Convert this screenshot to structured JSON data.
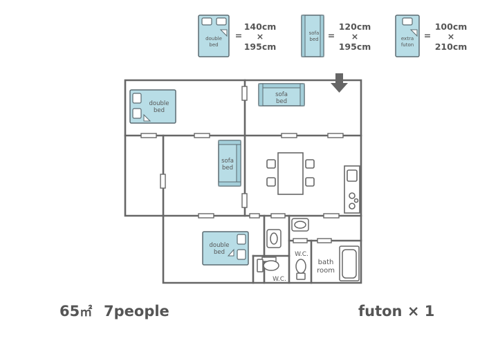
{
  "legend": [
    {
      "label_line1": "double",
      "label_line2": "bed",
      "equals": "=",
      "width": "140cm",
      "times": "×",
      "length": "195cm"
    },
    {
      "label_line1": "sofa",
      "label_line2": "bed",
      "equals": "=",
      "width": "120cm",
      "times": "×",
      "length": "195cm"
    },
    {
      "label_line1": "extra",
      "label_line2": "futon",
      "equals": "=",
      "width": "100cm",
      "times": "×",
      "length": "210cm"
    }
  ],
  "rooms": {
    "bed_topleft": {
      "line1": "double",
      "line2": "bed"
    },
    "sofa_top": {
      "line1": "sofa",
      "line2": "bed"
    },
    "sofa_middle": {
      "line1": "sofa",
      "line2": "bed"
    },
    "bed_bottom": {
      "line1": "double",
      "line2": "bed"
    },
    "wc_left": "W.C.",
    "wc_right": "W.C.",
    "bathroom_line1": "bath",
    "bathroom_line2": "room"
  },
  "footer": {
    "area": "65",
    "area_unit": "㎡",
    "people": "7people",
    "futon": "futon × 1"
  },
  "colors": {
    "wall": "#666666",
    "furniture_fill": "#b8dde6",
    "furniture_stroke": "#5a6a70",
    "text": "#555555",
    "entrance_arrow": "#666666"
  },
  "icons": [
    "entrance-arrow-icon",
    "toilet-icon",
    "sink-icon",
    "stove-icon",
    "bathtub-icon"
  ]
}
